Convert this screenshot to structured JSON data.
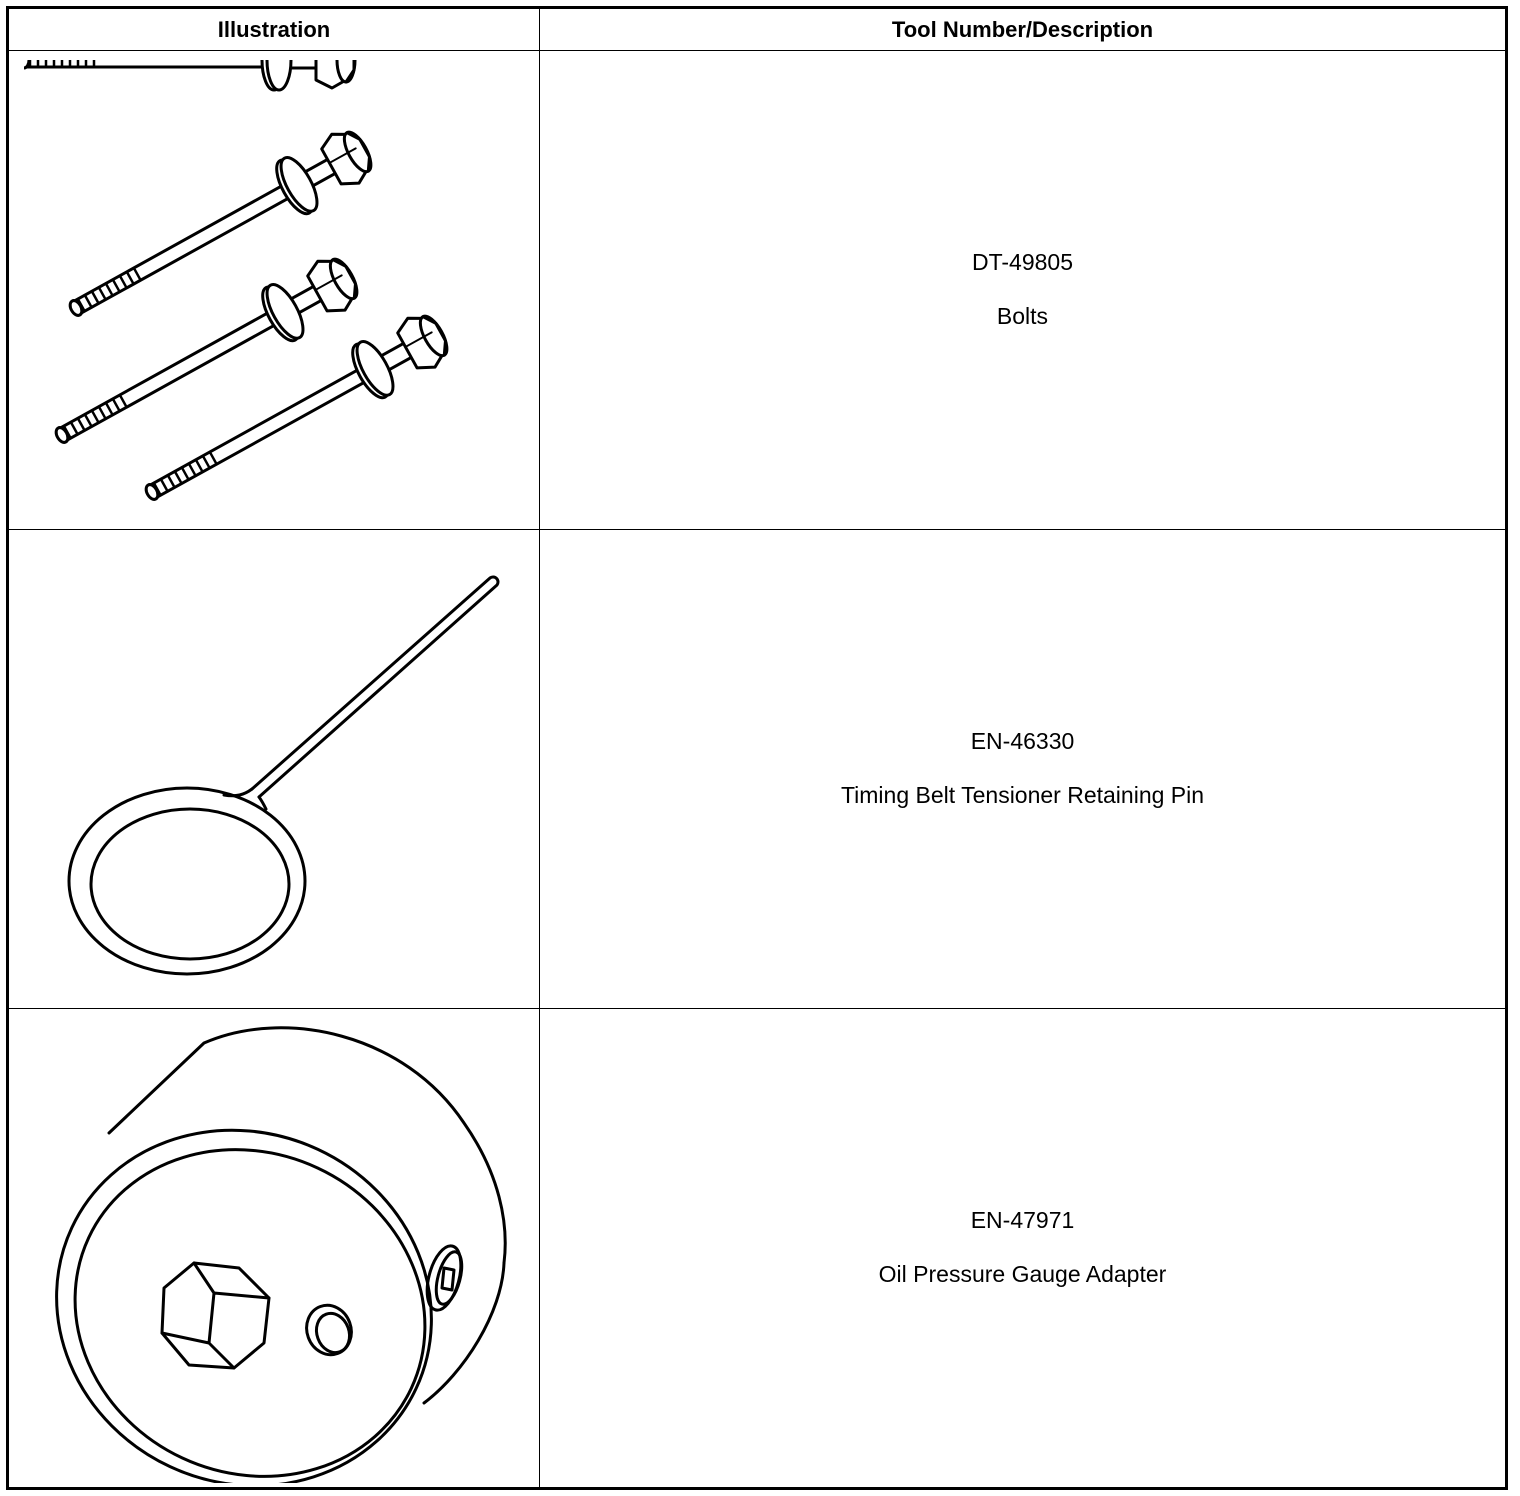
{
  "table": {
    "headers": {
      "illustration": "Illustration",
      "tool": "Tool Number/Description"
    },
    "rows": [
      {
        "tool_number": "DT-49805",
        "description": "Bolts",
        "icon": "bolts-icon"
      },
      {
        "tool_number": "EN-46330",
        "description": "Timing Belt Tensioner Retaining Pin",
        "icon": "retaining-pin-icon"
      },
      {
        "tool_number": "EN-47971",
        "description": "Oil Pressure Gauge Adapter",
        "icon": "oil-pressure-gauge-adapter-icon"
      }
    ]
  }
}
